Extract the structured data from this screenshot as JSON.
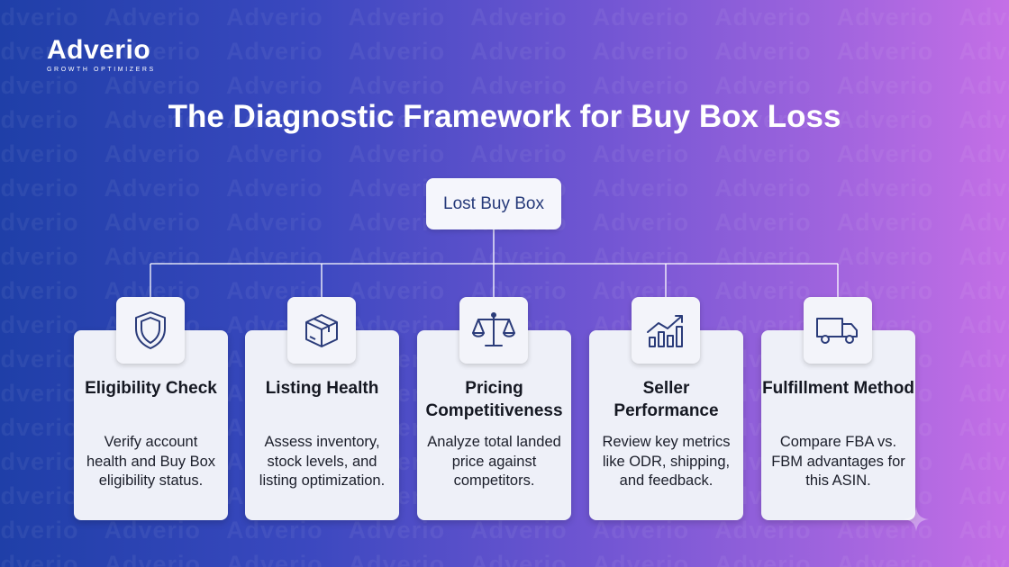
{
  "brand": {
    "name": "Adverio",
    "tagline": "GROWTH OPTIMIZERS",
    "watermark_word": "Adverio"
  },
  "title": "The Diagnostic Framework for Buy Box Loss",
  "root": {
    "label": "Lost Buy Box"
  },
  "cards": [
    {
      "title": "Eligibility Check",
      "desc": "Verify account health and Buy Box eligibility status.",
      "icon": "shield-icon"
    },
    {
      "title": "Listing Health",
      "desc": "Assess inventory, stock levels, and listing optimization.",
      "icon": "package-box-icon"
    },
    {
      "title": "Pricing Competitiveness",
      "desc": "Analyze total landed price against competitors.",
      "icon": "balance-scale-icon"
    },
    {
      "title": "Seller Performance",
      "desc": "Review key metrics like ODR, shipping, and feedback.",
      "icon": "growth-chart-icon"
    },
    {
      "title": "Fulfillment Method",
      "desc": "Compare FBA vs. FBM advantages for this ASIN.",
      "icon": "delivery-truck-icon"
    }
  ],
  "colors": {
    "gradient_start": "#1f3fa8",
    "gradient_end": "#c46fe6",
    "icon_stroke": "#2b3c7a",
    "root_text": "#263a7a"
  }
}
